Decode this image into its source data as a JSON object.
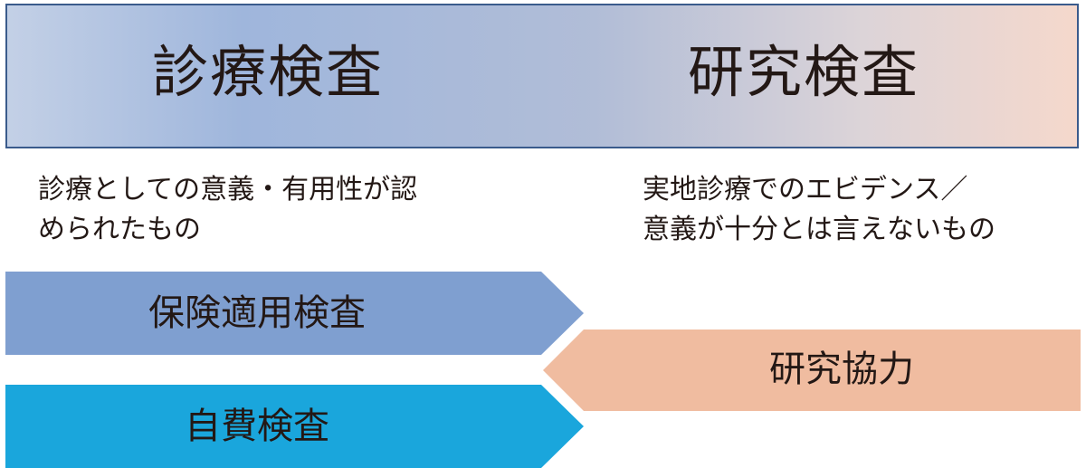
{
  "header": {
    "left_title": "診療検査",
    "right_title": "研究検査"
  },
  "descriptions": {
    "left_line1": "診療としての意義・有用性が認",
    "left_line2": "められたもの",
    "right_line1": "実地診療でのエビデンス／",
    "right_line2": "意義が十分とは言えないもの"
  },
  "arrows": {
    "insurance_label": "保険適用検査",
    "self_pay_label": "自費検査",
    "research_label": "研究協力"
  },
  "colors": {
    "border": "#3a5b8c",
    "insurance_fill": "#7f9fd0",
    "self_pay_fill": "#1aa6dc",
    "research_fill": "#f0bca0",
    "text": "#231815"
  }
}
